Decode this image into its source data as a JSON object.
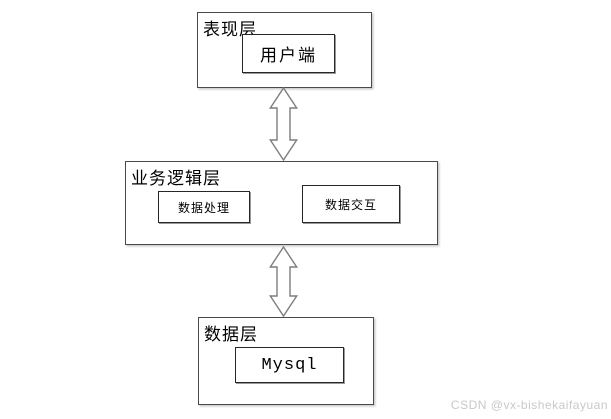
{
  "diagram": {
    "title": "three-tier-architecture",
    "layers": [
      {
        "id": "presentation",
        "label": "表现层",
        "nodes": [
          {
            "label": "用户端"
          }
        ]
      },
      {
        "id": "business-logic",
        "label": "业务逻辑层",
        "nodes": [
          {
            "label": "数据处理"
          },
          {
            "label": "数据交互"
          }
        ]
      },
      {
        "id": "data",
        "label": "数据层",
        "nodes": [
          {
            "label": "Mysql"
          }
        ]
      }
    ],
    "connectors": [
      {
        "type": "double-headed-arrow",
        "from": "表现层",
        "to": "业务逻辑层",
        "direction": "vertical-bidirectional"
      },
      {
        "type": "double-headed-arrow",
        "from": "业务逻辑层",
        "to": "数据层",
        "direction": "vertical-bidirectional"
      }
    ]
  },
  "watermark": {
    "text": "CSDN @vx-bishekaifayuan"
  },
  "colors": {
    "background": "#ffffff",
    "layer_border": "#4a4a4a",
    "node_border": "#262626",
    "arrow_outline": "#7d7d7d",
    "arrow_fill": "#ffffff",
    "text": "#000000",
    "watermark_text": "#c9c9c9"
  }
}
